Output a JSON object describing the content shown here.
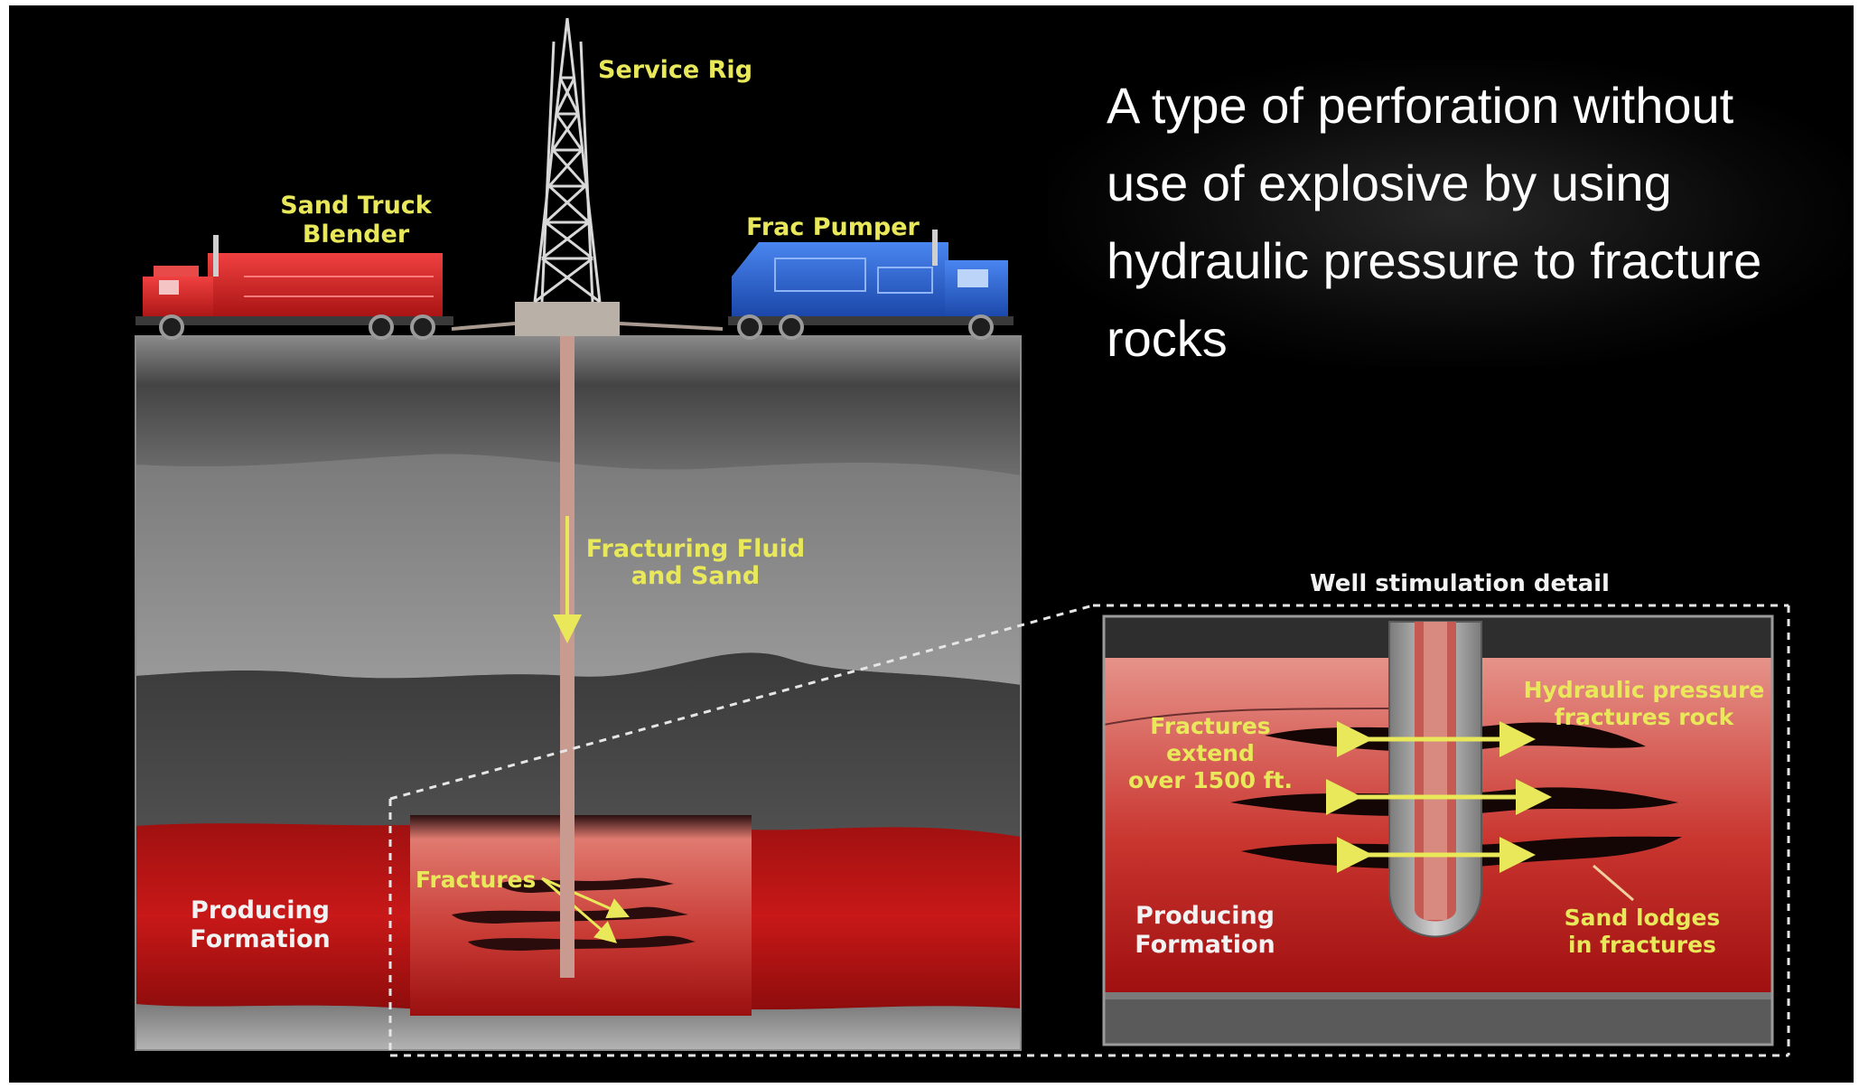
{
  "caption": "A type of perforation without use of explosive by using hydraulic pressure to fracture rocks",
  "labels": {
    "service_rig": "Service Rig",
    "sand_truck_line1": "Sand Truck",
    "sand_truck_line2": "Blender",
    "frac_pumper": "Frac Pumper",
    "fluid_line1": "Fracturing Fluid",
    "fluid_line2": "and Sand",
    "fractures": "Fractures",
    "producing_line1": "Producing",
    "producing_line2": "Formation",
    "detail_title": "Well stimulation detail",
    "hydraulic_line1": "Hydraulic pressure",
    "hydraulic_line2": "fractures rock",
    "extend_line1": "Fractures",
    "extend_line2": "extend",
    "extend_line3": "over 1500 ft.",
    "detail_producing_line1": "Producing",
    "detail_producing_line2": "Formation",
    "sand_line1": "Sand lodges",
    "sand_line2": "in fractures"
  },
  "colors": {
    "background": "#000000",
    "label_yellow": "#e8e85a",
    "truck_red": "#d01a1a",
    "truck_blue": "#1f5fd6",
    "formation_red": "#b81414"
  }
}
